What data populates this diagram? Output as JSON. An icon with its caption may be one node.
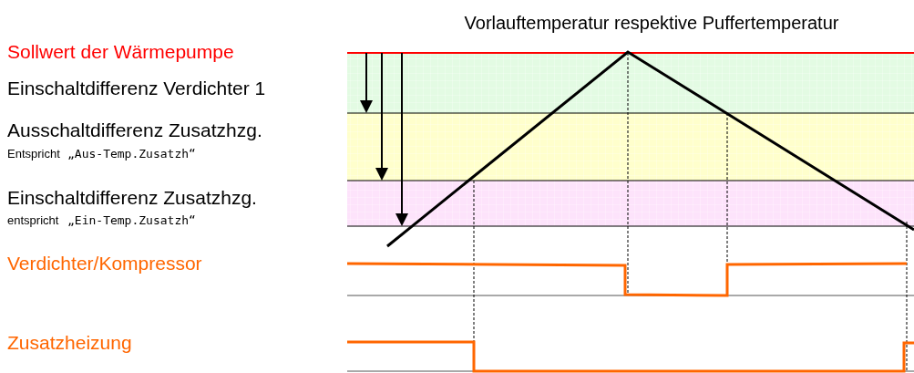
{
  "diagram": {
    "title": "Vorlauftemperatur respektive Puffertemperatur",
    "labels": [
      "Sollwert der Wärmepumpe",
      "Einschaltdifferenz Verdichter 1",
      "Ausschaltdifferenz Zusatzhzg.",
      "Entspricht",
      "„Aus-Temp.Zusatzh“",
      "Einschaltdifferenz Zusatzhzg.",
      "entspricht",
      "„Ein-Temp.Zusatzh“",
      "Verdichter/Kompressor",
      "Zusatzheizung"
    ]
  }
}
